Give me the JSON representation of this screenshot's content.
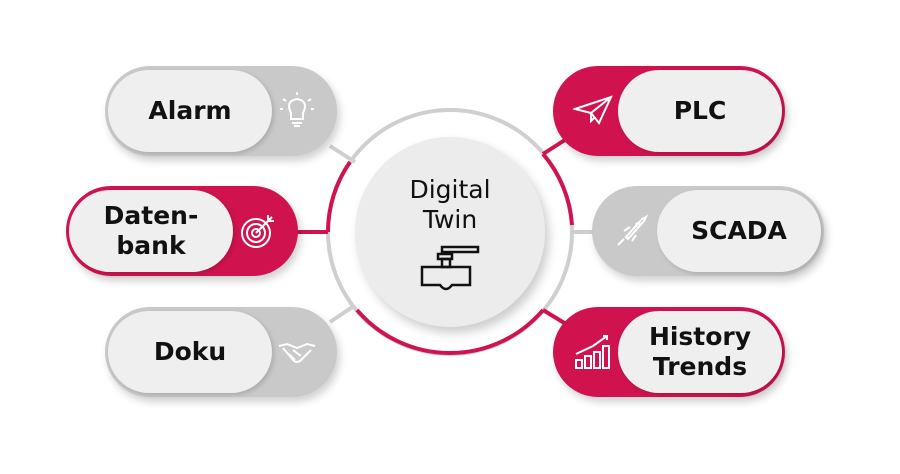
{
  "center": {
    "line1": "Digital",
    "line2": "Twin",
    "icon": "valve-icon"
  },
  "nodes": [
    {
      "label": "Alarm",
      "icon": "lightbulb-icon",
      "color": "#c9c9c9"
    },
    {
      "label1": "Daten-",
      "label2": "bank",
      "icon": "target-icon",
      "color": "#d0134f"
    },
    {
      "label": "Doku",
      "icon": "handshake-icon",
      "color": "#c9c9c9"
    },
    {
      "label": "PLC",
      "icon": "paper-plane-icon",
      "color": "#d0134f"
    },
    {
      "label": "SCADA",
      "icon": "rocket-icon",
      "color": "#c9c9c9"
    },
    {
      "label1": "History",
      "label2": "Trends",
      "icon": "bar-chart-icon",
      "color": "#d0134f"
    }
  ]
}
